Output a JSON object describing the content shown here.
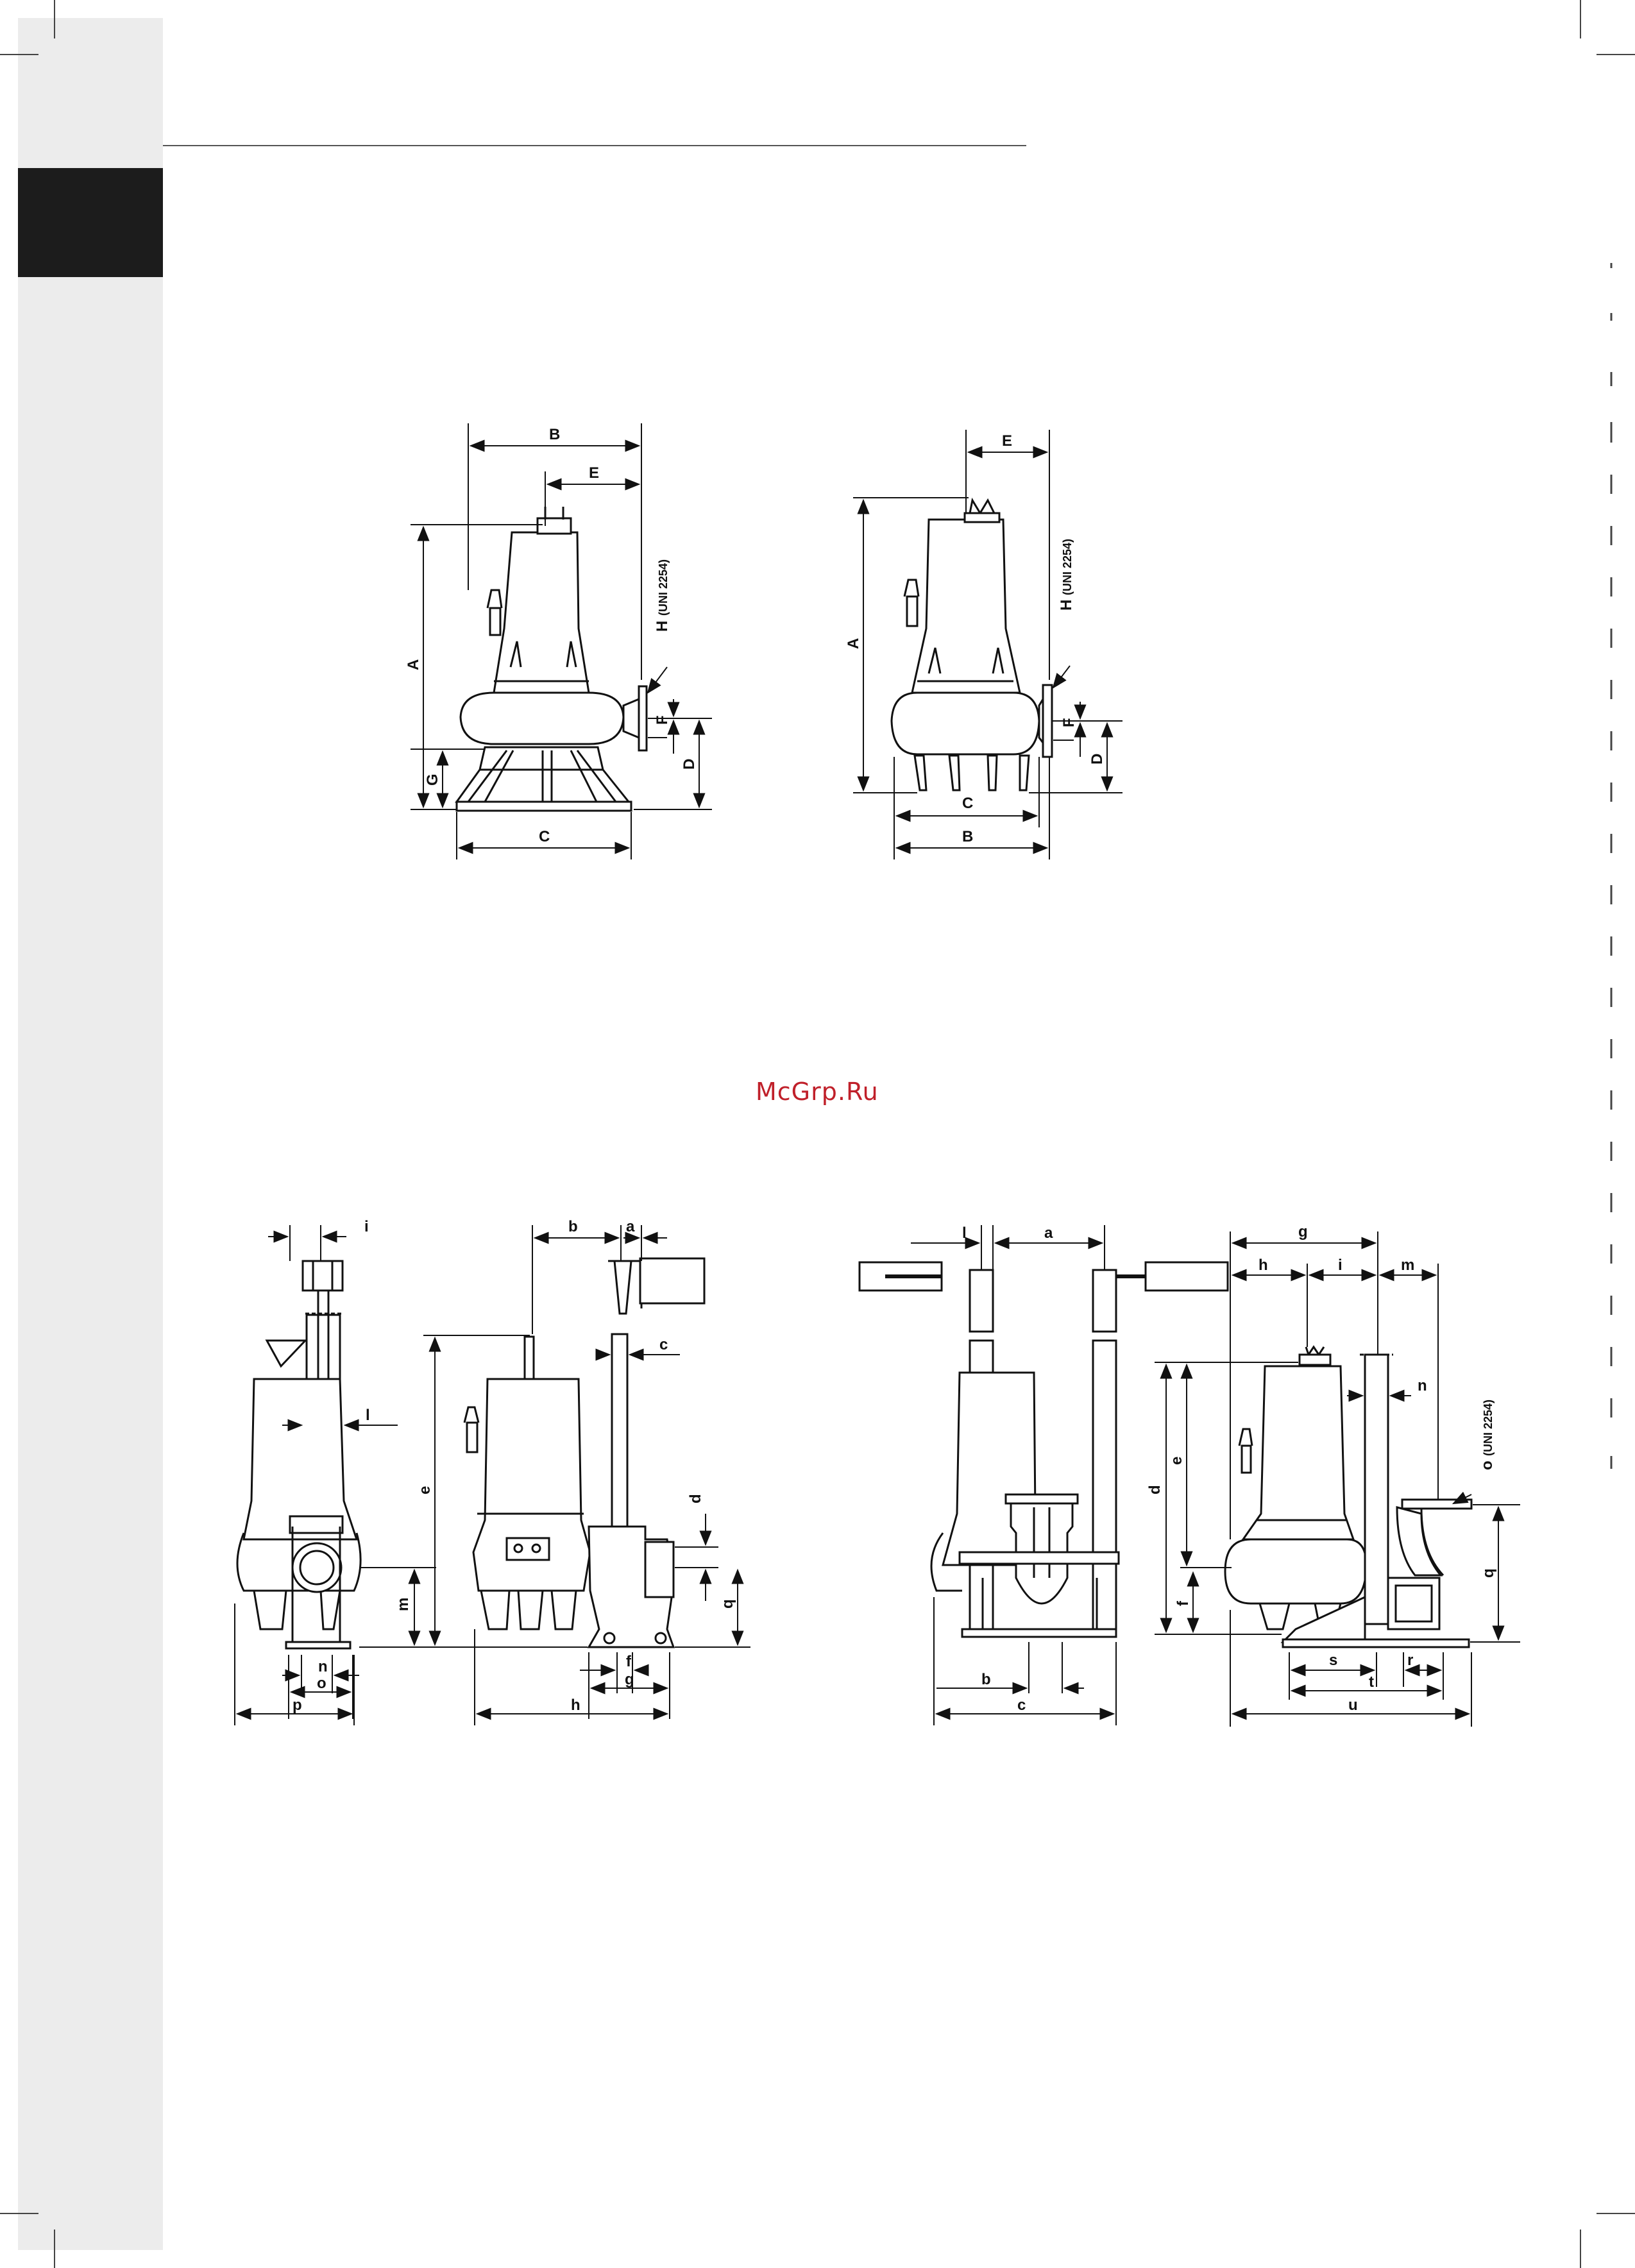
{
  "watermark": "McGrp.Ru",
  "fig_top_left": {
    "labels": {
      "B": "B",
      "E": "E",
      "A": "A",
      "G": "G",
      "C": "C",
      "F": "F",
      "D": "D",
      "H": "H",
      "H_std": "(UNI 2254)"
    }
  },
  "fig_top_right": {
    "labels": {
      "E": "E",
      "A": "A",
      "C": "C",
      "B": "B",
      "F": "F",
      "D": "D",
      "H": "H",
      "H_std": "(UNI 2254)"
    }
  },
  "fig_bottom_a": {
    "labels": {
      "i": "i",
      "l": "l",
      "m": "m",
      "n": "n",
      "o": "o",
      "p": "p"
    }
  },
  "fig_bottom_b": {
    "labels": {
      "b": "b",
      "a": "a",
      "c": "c",
      "e": "e",
      "d": "d",
      "q": "q",
      "f": "f",
      "g": "g",
      "h": "h"
    }
  },
  "fig_bottom_c": {
    "labels": {
      "l": "l",
      "a": "a",
      "b": "b",
      "c": "c"
    }
  },
  "fig_bottom_d": {
    "labels": {
      "g": "g",
      "h": "h",
      "i": "i",
      "m": "m",
      "n": "n",
      "o": "o",
      "o_std": "(UNI 2254)",
      "d": "d",
      "e": "e",
      "f": "f",
      "q": "q",
      "s": "s",
      "r": "r",
      "t": "t",
      "u": "u"
    }
  }
}
